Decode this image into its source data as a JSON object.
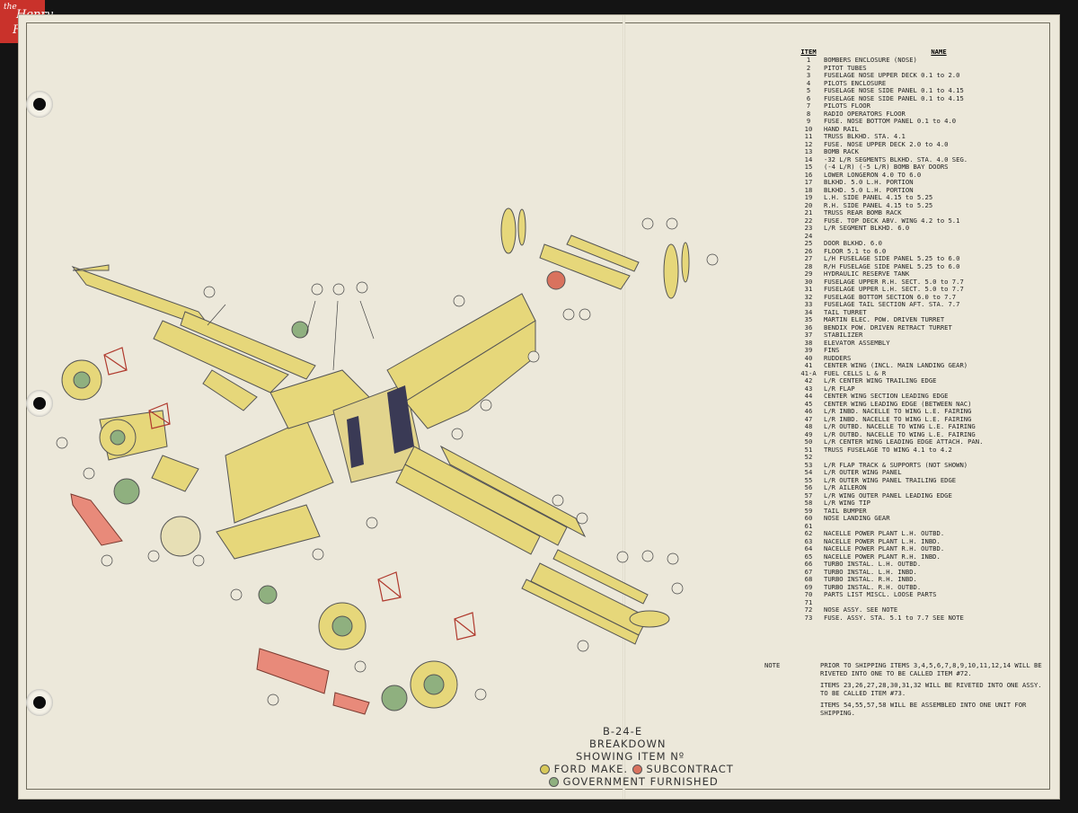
{
  "branding": {
    "the": "the",
    "henry": "Henry",
    "ford": "Ford"
  },
  "parts_list": {
    "header": {
      "item": "ITEM",
      "name": "NAME"
    },
    "items": [
      {
        "num": "1",
        "name": "BOMBERS ENCLOSURE (NOSE)"
      },
      {
        "num": "2",
        "name": "PITOT TUBES"
      },
      {
        "num": "3",
        "name": "FUSELAGE NOSE UPPER DECK 0.1 to 2.0"
      },
      {
        "num": "4",
        "name": "PILOTS ENCLOSURE"
      },
      {
        "num": "5",
        "name": "FUSELAGE NOSE SIDE PANEL 0.1 to 4.15"
      },
      {
        "num": "6",
        "name": "FUSELAGE NOSE SIDE PANEL 0.1 to 4.15"
      },
      {
        "num": "7",
        "name": "PILOTS FLOOR"
      },
      {
        "num": "8",
        "name": "RADIO OPERATORS FLOOR"
      },
      {
        "num": "9",
        "name": "FUSE. NOSE BOTTOM PANEL 0.1 to 4.0"
      },
      {
        "num": "10",
        "name": "HAND RAIL"
      },
      {
        "num": "11",
        "name": "TRUSS BLKHD. STA. 4.1"
      },
      {
        "num": "12",
        "name": "FUSE. NOSE UPPER DECK 2.0 to 4.0"
      },
      {
        "num": "13",
        "name": "BOMB RACK"
      },
      {
        "num": "14",
        "name": "-32 L/R SEGMENTS BLKHD. STA. 4.0 SEG."
      },
      {
        "num": "15",
        "name": "(-4 L/R) (-5 L/R) BOMB BAY DOORS"
      },
      {
        "num": "16",
        "name": "LOWER LONGERON 4.0 TO 6.0"
      },
      {
        "num": "17",
        "name": "BLKHD. 5.0 L.H. PORTION"
      },
      {
        "num": "18",
        "name": "BLKHD. 5.0 L.H. PORTION"
      },
      {
        "num": "19",
        "name": "L.H. SIDE PANEL 4.15 to 5.25"
      },
      {
        "num": "20",
        "name": "R.H. SIDE PANEL 4.15 to 5.25"
      },
      {
        "num": "21",
        "name": "TRUSS REAR BOMB RACK"
      },
      {
        "num": "22",
        "name": "FUSE. TOP DECK ABV. WING 4.2 to 5.1"
      },
      {
        "num": "23",
        "name": "L/R SEGMENT BLKHD. 6.0"
      },
      {
        "num": "24",
        "name": ""
      },
      {
        "num": "25",
        "name": "DOOR BLKHD. 6.0"
      },
      {
        "num": "26",
        "name": "FLOOR 5.1 to 6.0"
      },
      {
        "num": "27",
        "name": "L/H FUSELAGE SIDE PANEL 5.25 to 6.0"
      },
      {
        "num": "28",
        "name": "R/H FUSELAGE SIDE PANEL 5.25 to 6.0"
      },
      {
        "num": "29",
        "name": "HYDRAULIC RESERVE TANK"
      },
      {
        "num": "30",
        "name": "FUSELAGE UPPER R.H. SECT. 5.0 to 7.7"
      },
      {
        "num": "31",
        "name": "FUSELAGE UPPER L.H. SECT. 5.0 to 7.7"
      },
      {
        "num": "32",
        "name": "FUSELAGE BOTTOM SECTION 6.0 to 7.7"
      },
      {
        "num": "33",
        "name": "FUSELAGE TAIL SECTION AFT. STA. 7.7"
      },
      {
        "num": "34",
        "name": "TAIL TURRET"
      },
      {
        "num": "35",
        "name": "MARTIN ELEC. POW. DRIVEN TURRET"
      },
      {
        "num": "36",
        "name": "BENDIX POW. DRIVEN RETRACT TURRET"
      },
      {
        "num": "37",
        "name": "STABILIZER"
      },
      {
        "num": "38",
        "name": "ELEVATOR ASSEMBLY"
      },
      {
        "num": "39",
        "name": "FINS"
      },
      {
        "num": "40",
        "name": "RUDDERS"
      },
      {
        "num": "41",
        "name": "CENTER WING (INCL. MAIN LANDING GEAR)"
      },
      {
        "num": "41-A",
        "name": "FUEL CELLS L & R"
      },
      {
        "num": "42",
        "name": "L/R CENTER WING TRAILING EDGE"
      },
      {
        "num": "43",
        "name": "L/R FLAP"
      },
      {
        "num": "44",
        "name": "CENTER WING SECTION LEADING EDGE"
      },
      {
        "num": "45",
        "name": "CENTER WING LEADING EDGE (BETWEEN NAC)"
      },
      {
        "num": "46",
        "name": "L/R INBD. NACELLE TO WING L.E. FAIRING"
      },
      {
        "num": "47",
        "name": "L/R INBD. NACELLE TO WING L.E. FAIRING"
      },
      {
        "num": "48",
        "name": "L/R OUTBD. NACELLE TO WING L.E. FAIRING"
      },
      {
        "num": "49",
        "name": "L/R OUTBD. NACELLE TO WING L.E. FAIRING"
      },
      {
        "num": "50",
        "name": "L/R CENTER WING LEADING EDGE ATTACH. PAN."
      },
      {
        "num": "51",
        "name": "TRUSS FUSELAGE TO WING 4.1 to 4.2"
      },
      {
        "num": "52",
        "name": ""
      },
      {
        "num": "53",
        "name": "L/R FLAP TRACK & SUPPORTS (NOT SHOWN)"
      },
      {
        "num": "54",
        "name": "L/R OUTER WING PANEL"
      },
      {
        "num": "55",
        "name": "L/R OUTER WING PANEL TRAILING EDGE"
      },
      {
        "num": "56",
        "name": "L/R AILERON"
      },
      {
        "num": "57",
        "name": "L/R WING OUTER PANEL LEADING EDGE"
      },
      {
        "num": "58",
        "name": "L/R WING TIP"
      },
      {
        "num": "59",
        "name": "TAIL BUMPER"
      },
      {
        "num": "60",
        "name": "NOSE LANDING GEAR"
      },
      {
        "num": "61",
        "name": ""
      },
      {
        "num": "62",
        "name": "NACELLE POWER PLANT L.H. OUTBD."
      },
      {
        "num": "63",
        "name": "NACELLE POWER PLANT L.H. INBD."
      },
      {
        "num": "64",
        "name": "NACELLE POWER PLANT R.H. OUTBD."
      },
      {
        "num": "65",
        "name": "NACELLE POWER PLANT R.H. INBD."
      },
      {
        "num": "66",
        "name": "TURBO INSTAL. L.H. OUTBD."
      },
      {
        "num": "67",
        "name": "TURBO INSTAL. L.H. INBD."
      },
      {
        "num": "68",
        "name": "TURBO INSTAL. R.H. INBD."
      },
      {
        "num": "69",
        "name": "TURBO INSTAL. R.H. OUTBD."
      },
      {
        "num": "70",
        "name": "PARTS LIST MISCL. LOOSE PARTS"
      },
      {
        "num": "71",
        "name": ""
      },
      {
        "num": "72",
        "name": "NOSE ASSY. SEE NOTE"
      },
      {
        "num": "73",
        "name": "FUSE. ASSY. STA. 5.1 to 7.7 SEE NOTE"
      }
    ]
  },
  "notes": {
    "label": "NOTE",
    "lines": [
      "PRIOR TO SHIPPING ITEMS 3,4,5,6,7,8,9,10,11,12,14 WILL BE RIVETED INTO ONE TO BE CALLED ITEM #72.",
      "ITEMS 23,26,27,28,30,31,32 WILL BE RIVETED INTO ONE ASSY. TO BE CALLED ITEM #73.",
      "ITEMS 54,55,57,58 WILL BE ASSEMBLED INTO ONE UNIT FOR SHIPPING."
    ]
  },
  "caption": {
    "model": "B-24-E",
    "title": "BREAKDOWN",
    "subtitle": "SHOWING ITEM Nº",
    "legend_ford": "FORD MAKE.",
    "legend_subcontract": "SUBCONTRACT",
    "legend_government": "GOVERNMENT  FURNISHED"
  },
  "colors": {
    "ford_make": "#d8c95a",
    "subcontract": "#d9725e",
    "government": "#8fb07f",
    "paper": "#ece8da"
  }
}
